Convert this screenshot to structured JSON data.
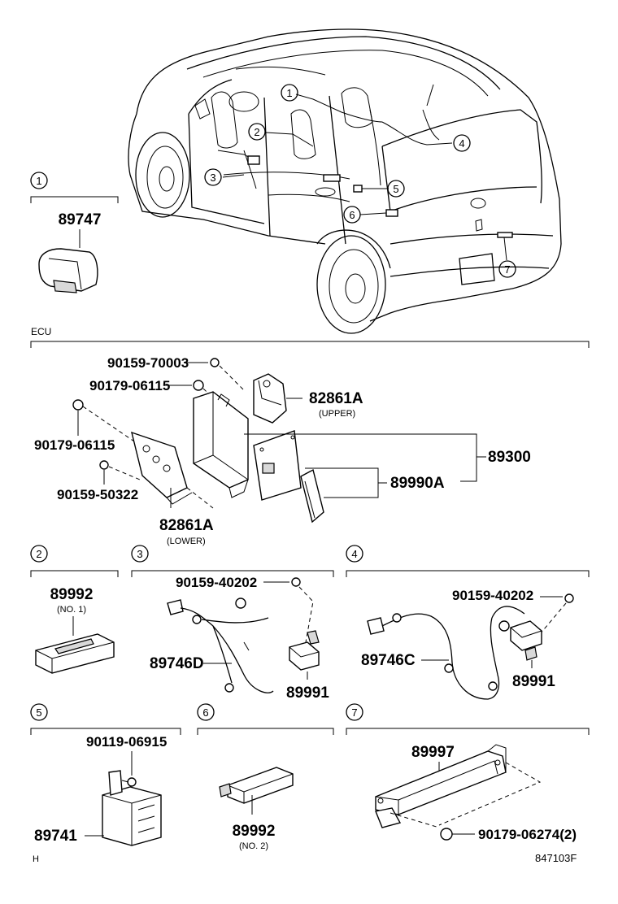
{
  "callouts": [
    "1",
    "2",
    "3",
    "4",
    "5",
    "6",
    "7"
  ],
  "labels": {
    "ecu": "ECU",
    "p89747": "89747",
    "p90159_70003": "90159-70003",
    "p90179_06115_a": "90179-06115",
    "p90179_06115_b": "90179-06115",
    "p90159_50322": "90159-50322",
    "p82861A_upper": "82861A",
    "upper": "(UPPER)",
    "p82861A_lower": "82861A",
    "lower": "(LOWER)",
    "p89300": "89300",
    "p89990A": "89990A",
    "p89992_no1": "89992",
    "no1": "(NO. 1)",
    "p90159_40202_a": "90159-40202",
    "p89746D": "89746D",
    "p89991_a": "89991",
    "p90159_40202_b": "90159-40202",
    "p89746C": "89746C",
    "p89991_b": "89991",
    "p90119_06915": "90119-06915",
    "p89741": "89741",
    "p89992_no2": "89992",
    "no2": "(NO. 2)",
    "p89997": "89997",
    "p90179_06274": "90179-06274(2)",
    "corner_h": "H",
    "figure_code": "847103F"
  }
}
